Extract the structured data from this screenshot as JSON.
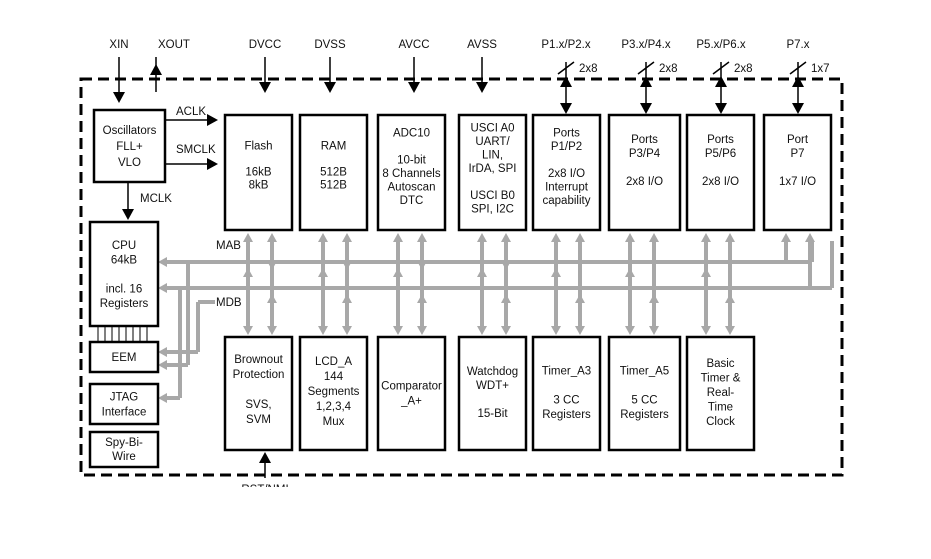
{
  "pins": {
    "xin": "XIN",
    "xout": "XOUT",
    "dvcc": "DVCC",
    "dvss": "DVSS",
    "avcc": "AVCC",
    "avss": "AVSS",
    "p12": "P1.x/P2.x",
    "p34": "P3.x/P4.x",
    "p56": "P5.x/P6.x",
    "p7": "P7.x",
    "rst": "RST/NMI"
  },
  "bus_widths": {
    "p12": "2x8",
    "p34": "2x8",
    "p56": "2x8",
    "p7": "1x7"
  },
  "signals": {
    "aclk": "ACLK",
    "smclk": "SMCLK",
    "mclk": "MCLK",
    "mab": "MAB",
    "mdb": "MDB"
  },
  "blocks": {
    "oscillators": [
      "Oscillators",
      "FLL+",
      "VLO"
    ],
    "cpu": [
      "CPU",
      "64kB",
      "",
      "incl. 16",
      "Registers"
    ],
    "eem": [
      "EEM"
    ],
    "jtag": [
      "JTAG",
      "Interface"
    ],
    "spybiwire": [
      "Spy-Bi-",
      "Wire"
    ],
    "flash": [
      "Flash",
      "",
      "16kB",
      "8kB"
    ],
    "ram": [
      "RAM",
      "",
      "512B",
      "512B"
    ],
    "adc10": [
      "ADC10",
      "",
      "10-bit",
      "8 Channels",
      "Autoscan",
      "DTC"
    ],
    "usci": [
      "USCI A0",
      "UART/",
      "LIN,",
      "IrDA, SPI",
      "",
      "USCI B0",
      "SPI, I2C"
    ],
    "ports12": [
      "Ports",
      "P1/P2",
      "",
      "2x8 I/O",
      "Interrupt",
      "capability"
    ],
    "ports34": [
      "Ports",
      "P3/P4",
      "",
      "2x8 I/O"
    ],
    "ports56": [
      "Ports",
      "P5/P6",
      "",
      "2x8 I/O"
    ],
    "port7": [
      "Port",
      "P7",
      "",
      "1x7 I/O"
    ],
    "brownout": [
      "Brownout",
      "Protection",
      "",
      "SVS,",
      "SVM"
    ],
    "lcd": [
      "LCD_A",
      "144",
      "Segments",
      "1,2,3,4",
      "Mux"
    ],
    "comparator": [
      "Comparator",
      "_A+"
    ],
    "watchdog": [
      "Watchdog",
      "WDT+",
      "",
      "15-Bit"
    ],
    "timera3": [
      "Timer_A3",
      "",
      "3 CC",
      "Registers"
    ],
    "timera5": [
      "Timer_A5",
      "",
      "5 CC",
      "Registers"
    ],
    "basictimer": [
      "Basic",
      "Timer &",
      "Real-",
      "Time",
      "Clock"
    ]
  }
}
